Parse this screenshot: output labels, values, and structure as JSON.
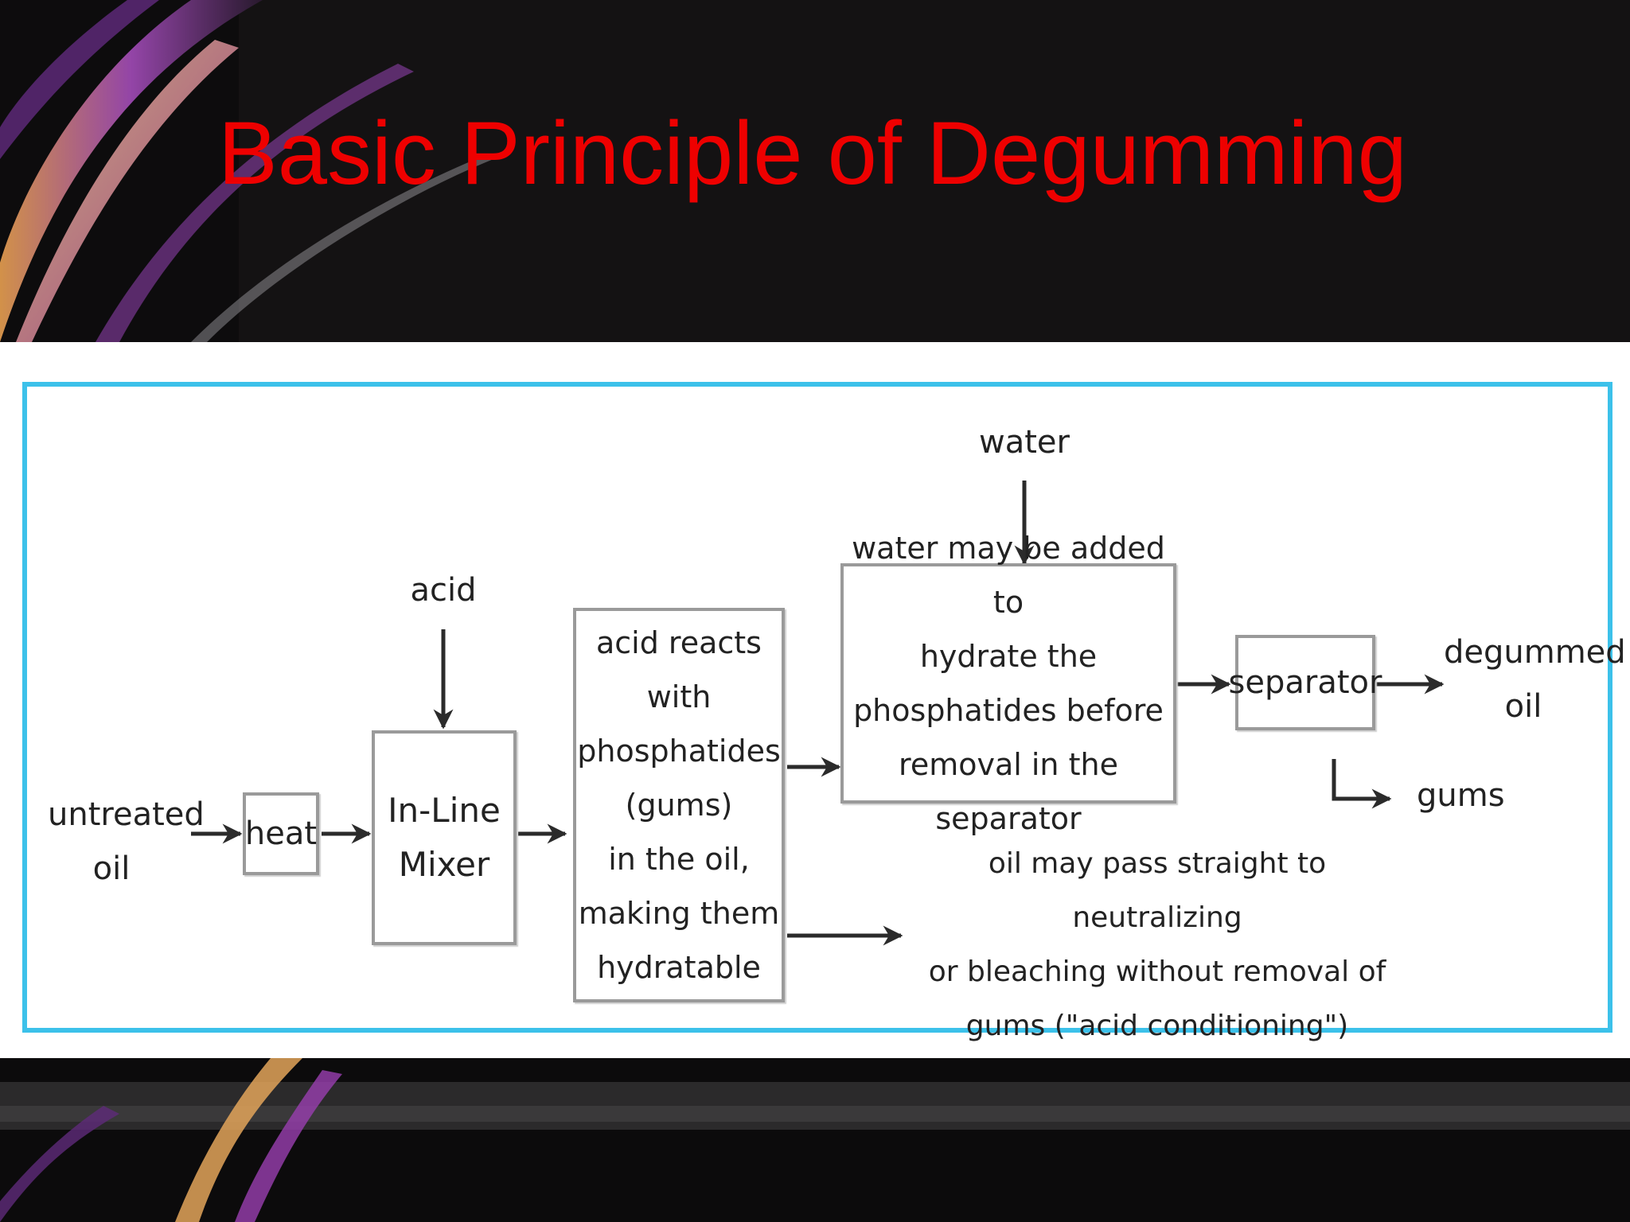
{
  "slide": {
    "title": "Basic Principle of Degumming",
    "title_color": "#ee0000",
    "frame_color": "#3cc1ea"
  },
  "diagram": {
    "inputs": {
      "untreated_oil": "untreated\noil",
      "acid": "acid",
      "water": "water"
    },
    "nodes": {
      "heat": "heat",
      "mixer": "In-Line\nMixer",
      "reaction": "acid reacts\nwith\nphosphatides\n(gums)\nin the oil,\nmaking them\nhydratable",
      "hydration": "water may be added to\nhydrate the\nphosphatides before\nremoval in the separator",
      "separator": "separator"
    },
    "outputs": {
      "degummed_oil": "degummed\noil",
      "gums": "gums",
      "acid_conditioning_note": "oil may pass straight to neutralizing\nor bleaching without removal of\ngums (\"acid conditioning\")"
    }
  }
}
